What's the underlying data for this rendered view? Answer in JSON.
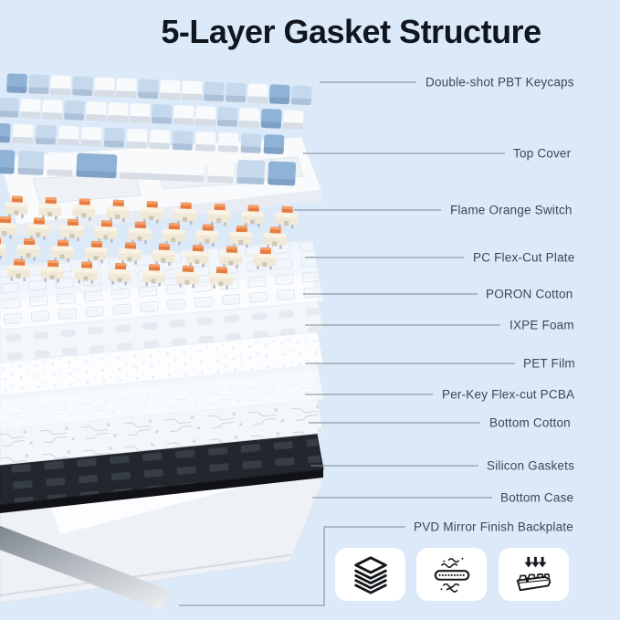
{
  "title": "5-Layer Gasket Structure",
  "labels": [
    {
      "id": "keycaps",
      "text": "Double-shot PBT Keycaps"
    },
    {
      "id": "top-cover",
      "text": "Top Cover"
    },
    {
      "id": "switch",
      "text": "Flame Orange Switch"
    },
    {
      "id": "plate",
      "text": "PC Flex-Cut Plate"
    },
    {
      "id": "poron",
      "text": "PORON Cotton"
    },
    {
      "id": "ixpe",
      "text": "IXPE Foam"
    },
    {
      "id": "pet",
      "text": "PET Film"
    },
    {
      "id": "pcba",
      "text": "Per-Key Flex-cut PCBA"
    },
    {
      "id": "bottom-cotton",
      "text": "Bottom Cotton"
    },
    {
      "id": "gaskets",
      "text": "Silicon Gaskets"
    },
    {
      "id": "bottom-case",
      "text": "Bottom Case"
    },
    {
      "id": "backplate",
      "text": "PVD Mirror Finish Backplate"
    }
  ],
  "feature_icons": [
    {
      "name": "stacked-layers-icon"
    },
    {
      "name": "vibration-dampening-gasket-icon"
    },
    {
      "name": "gasket-mount-keyboard-icon"
    }
  ],
  "colors": {
    "background": "#dbe9f8",
    "title_text": "#10161f",
    "label_text": "#3d4751",
    "leader_line": "#7c8792",
    "switch_orange": "#e87c3e",
    "switch_body_cream": "#f1e9d7",
    "keycap_blue": "#8fb2d7",
    "keycap_light_blue": "#c6d9ec",
    "keycap_white": "#f8fafc",
    "bottom_cotton_black": "#23272d",
    "card_background": "#ffffff",
    "icon_ink": "#15181c"
  }
}
